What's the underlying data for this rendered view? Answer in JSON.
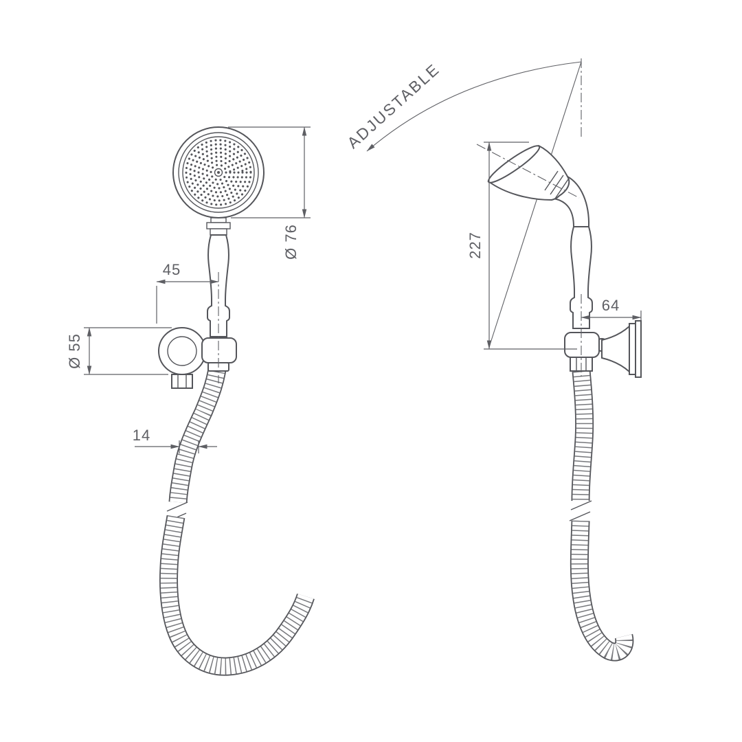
{
  "canvas": {
    "background": "#ffffff",
    "line_color": "#54555a",
    "dimension_color": "#5e5f64"
  },
  "annotations": {
    "adjustable": "ADJUSTABLE"
  },
  "dimensions": {
    "head_diameter": "Ø 76",
    "handle_offset": "45",
    "flange_diameter": "Ø 55",
    "hose_diameter": "14",
    "overall_height": "227",
    "wall_projection": "64"
  }
}
